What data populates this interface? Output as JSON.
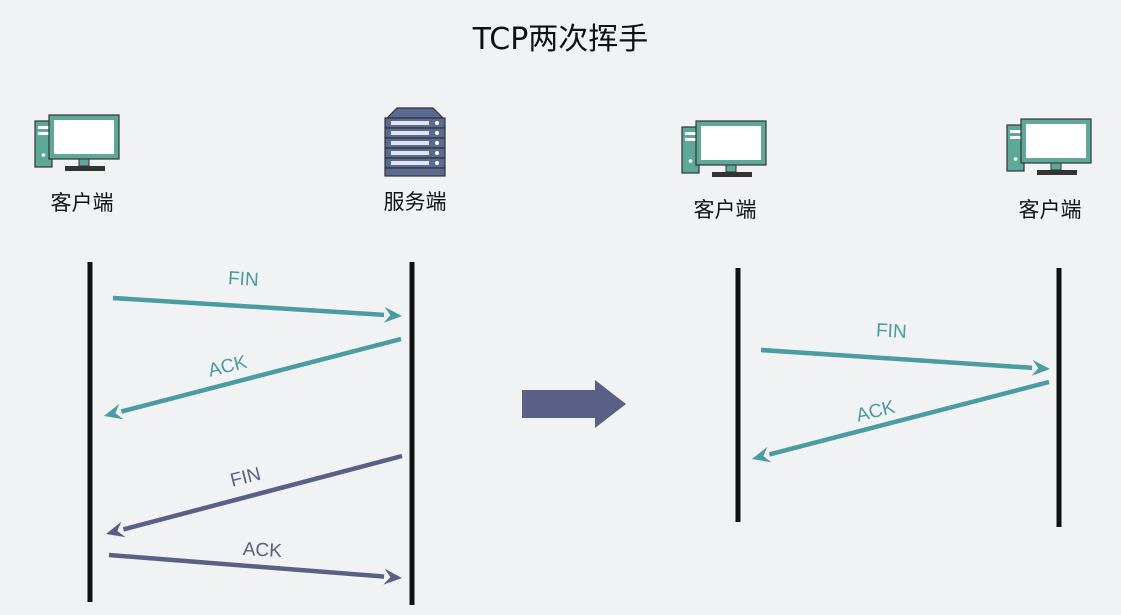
{
  "title": "TCP两次挥手",
  "colors": {
    "teal": "#4a9ba2",
    "purple": "#5a5f85",
    "arrow_big": "#5a5f85",
    "line": "#111111"
  },
  "left": {
    "actors": [
      {
        "label": "客户端",
        "icon": "desktop-computer-icon"
      },
      {
        "label": "服务端",
        "icon": "server-rack-icon"
      }
    ],
    "messages": [
      {
        "label": "FIN"
      },
      {
        "label": "ACK"
      },
      {
        "label": "FIN"
      },
      {
        "label": "ACK"
      }
    ]
  },
  "right": {
    "actors": [
      {
        "label": "客户端",
        "icon": "desktop-computer-icon"
      },
      {
        "label": "客户端",
        "icon": "desktop-computer-icon"
      }
    ],
    "messages": [
      {
        "label": "FIN"
      },
      {
        "label": "ACK"
      }
    ]
  }
}
